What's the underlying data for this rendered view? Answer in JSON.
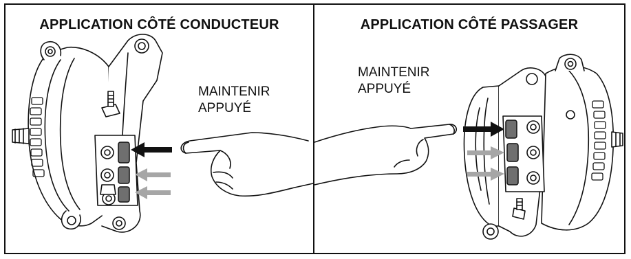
{
  "panels": [
    {
      "title": "APPLICATION CÔTÉ CONDUCTEUR",
      "instruction_line1": "MAINTENIR",
      "instruction_line2": "APPUYÉ"
    },
    {
      "title": "APPLICATION CÔTÉ PASSAGER",
      "instruction_line1": "MAINTENIR",
      "instruction_line2": "APPUYÉ"
    }
  ],
  "colors": {
    "line": "#111111",
    "inactive_arrow": "#a6a6a6",
    "active_arrow": "#111111"
  }
}
